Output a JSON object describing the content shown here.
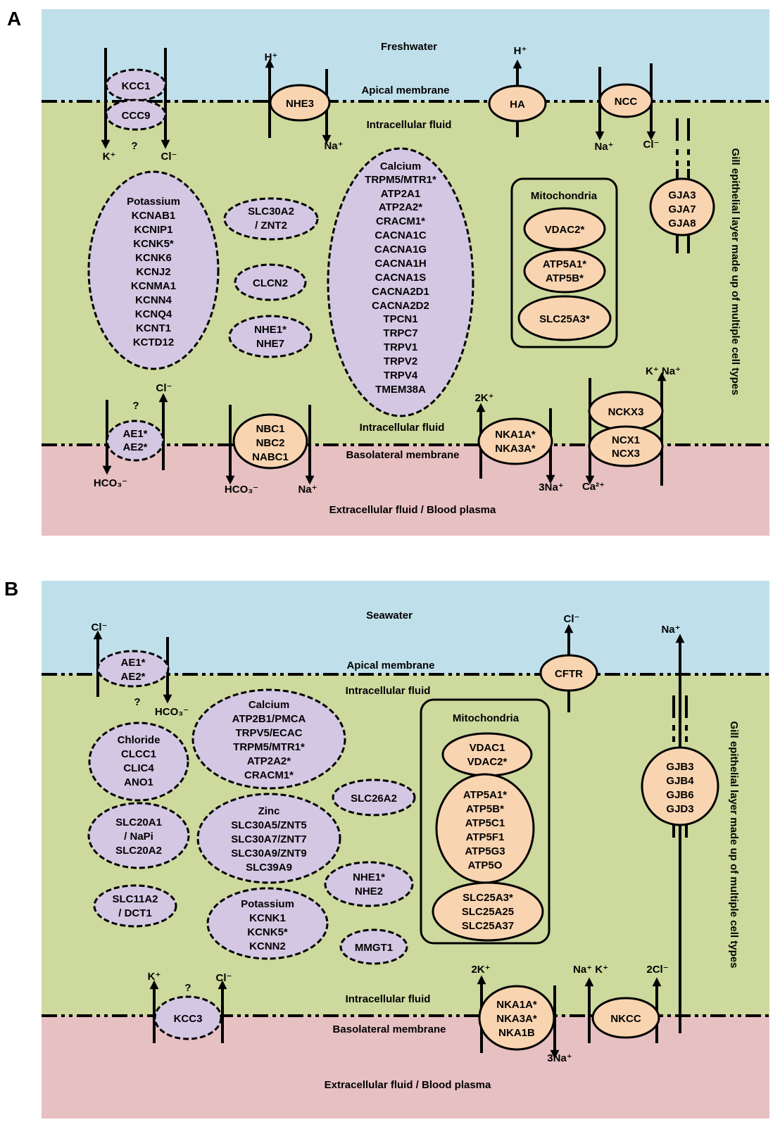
{
  "colors": {
    "water": "#bfe0ea",
    "cell": "#cdd99d",
    "blood": "#e7c0c2",
    "lavender": "#d3c7e3",
    "peach": "#f9d4b0",
    "ink": "#000000"
  },
  "panel_a": {
    "label": "A",
    "freshwater": "Freshwater",
    "apical": "Apical membrane",
    "icf_top": "Intracellular fluid",
    "icf_bottom": "Intracellular fluid",
    "basolateral": "Basolateral  membrane",
    "ecf": "Extracellular fluid  / Blood plasma",
    "side_label": "Gill epithelial layer made up of multiple cell types",
    "kcc1": "KCC1",
    "ccc9": "CCC9",
    "ion_k": "K⁺",
    "ion_cl": "Cl⁻",
    "q1": "?",
    "nhe3": "NHE3",
    "ion_h": "H⁺",
    "ion_na": "Na⁺",
    "ha": "HA",
    "ion_h2": "H⁺",
    "ncc": "NCC",
    "ion_na2": "Na⁺",
    "ion_cl2": "Cl⁻",
    "potassium": [
      "Potassium",
      "KCNAB1",
      "KCNIP1",
      "KCNK5*",
      "KCNK6",
      "KCNJ2",
      "KCNMA1",
      "KCNN4",
      "KCNQ4",
      "KCNT1",
      "KCTD12"
    ],
    "slc30a2": [
      "SLC30A2",
      "/ ZNT2"
    ],
    "clcn2": "CLCN2",
    "nhe1": [
      "NHE1*",
      "NHE7"
    ],
    "calcium": [
      "Calcium",
      "TRPM5/MTR1*",
      "ATP2A1",
      "ATP2A2*",
      "CRACM1*",
      "CACNA1C",
      "CACNA1G",
      "CACNA1H",
      "CACNA1S",
      "CACNA2D1",
      "CACNA2D2",
      "TPCN1",
      "TRPC7",
      "TRPV1",
      "TRPV2",
      "TRPV4",
      "TMEM38A"
    ],
    "mito_label": "Mitochondria",
    "vdac2": "VDAC2*",
    "atp5": [
      "ATP5A1*",
      "ATP5B*"
    ],
    "slc25a3": "SLC25A3*",
    "gja": [
      "GJA3",
      "GJA7",
      "GJA8"
    ],
    "ae": [
      "AE1*",
      "AE2*"
    ],
    "q2": "?",
    "ion_cl3": "Cl⁻",
    "ion_hco3": "HCO₃⁻",
    "nbc": [
      "NBC1",
      "NBC2",
      "NABC1"
    ],
    "ion_hco3b": "HCO₃⁻",
    "ion_na3": "Na⁺",
    "nka": [
      "NKA1A*",
      "NKA3A*"
    ],
    "ion_2k": "2K⁺",
    "ion_3na": "3Na⁺",
    "nckx3": "NCKX3",
    "ncx": [
      "NCX1",
      "NCX3"
    ],
    "ion_kna": "K⁺ Na⁺",
    "ion_ca": "Ca²⁺"
  },
  "panel_b": {
    "label": "B",
    "seawater": "Seawater",
    "apical": "Apical membrane",
    "icf_top": "Intracellular fluid",
    "icf_bottom": "Intracellular fluid",
    "basolateral": "Basolateral  membrane",
    "ecf": "Extracellular fluid  / Blood plasma",
    "side_label": "Gill epithelial layer made up of multiple cell types",
    "ae": [
      "AE1*",
      "AE2*"
    ],
    "ion_cl": "Cl⁻",
    "ion_hco3": "HCO₃⁻",
    "q1": "?",
    "cftr": "CFTR",
    "ion_cl2": "Cl⁻",
    "ion_na": "Na⁺",
    "chloride": [
      "Chloride",
      "CLCC1",
      "CLIC4",
      "ANO1"
    ],
    "slc20": [
      "SLC20A1",
      "/ NaPi",
      "SLC20A2"
    ],
    "slc11": [
      "SLC11A2",
      "/ DCT1"
    ],
    "calcium": [
      "Calcium",
      "ATP2B1/PMCA",
      "TRPV5/ECAC",
      "TRPM5/MTR1*",
      "ATP2A2*",
      "CRACM1*"
    ],
    "zinc": [
      "Zinc",
      "SLC30A5/ZNT5",
      "SLC30A7/ZNT7",
      "SLC30A9/ZNT9",
      "SLC39A9"
    ],
    "potassium": [
      "Potassium",
      "KCNK1",
      "KCNK5*",
      "KCNN2"
    ],
    "slc26a2": "SLC26A2",
    "nhe": [
      "NHE1*",
      "NHE2"
    ],
    "mmgt1": "MMGT1",
    "mito_label": "Mitochondria",
    "vdac": [
      "VDAC1",
      "VDAC2*"
    ],
    "atp5": [
      "ATP5A1*",
      "ATP5B*",
      "ATP5C1",
      "ATP5F1",
      "ATP5G3",
      "ATP5O"
    ],
    "slc25": [
      "SLC25A3*",
      "SLC25A25",
      "SLC25A37"
    ],
    "gjb": [
      "GJB3",
      "GJB4",
      "GJB6",
      "GJD3"
    ],
    "kcc3": "KCC3",
    "ion_k": "K⁺",
    "ion_cl3": "Cl⁻",
    "q2": "?",
    "nka": [
      "NKA1A*",
      "NKA3A*",
      "NKA1B"
    ],
    "ion_2k": "2K⁺",
    "ion_3na": "3Na⁺",
    "nkcc": "NKCC",
    "ion_nak": "Na⁺ K⁺",
    "ion_2cl": "2Cl⁻"
  }
}
